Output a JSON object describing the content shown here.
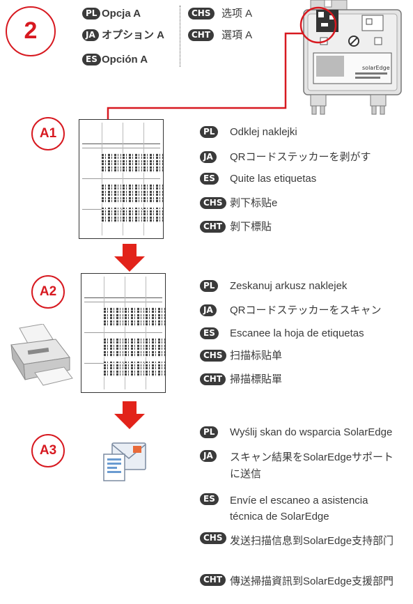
{
  "step": {
    "number": "2"
  },
  "option_labels": [
    {
      "lang": "PL",
      "text": "Opcja A"
    },
    {
      "lang": "JA",
      "text": "オプション A"
    },
    {
      "lang": "ES",
      "text": "Opción A"
    },
    {
      "lang": "CHS",
      "text": "选项 A"
    },
    {
      "lang": "CHT",
      "text": "選項 A"
    }
  ],
  "steps": [
    {
      "id": "A1",
      "lines": [
        {
          "lang": "PL",
          "text": "Odklej naklejki"
        },
        {
          "lang": "JA",
          "text": "QRコードステッカーを剥がす"
        },
        {
          "lang": "ES",
          "text": "Quite las etiquetas"
        },
        {
          "lang": "CHS",
          "text": "剥下标贴e"
        },
        {
          "lang": "CHT",
          "text": "剝下標貼"
        }
      ]
    },
    {
      "id": "A2",
      "lines": [
        {
          "lang": "PL",
          "text": "Zeskanuj arkusz naklejek"
        },
        {
          "lang": "JA",
          "text": "QRコードステッカーをスキャン"
        },
        {
          "lang": "ES",
          "text": "Escanee la hoja de etiquetas"
        },
        {
          "lang": "CHS",
          "text": "扫描标贴单"
        },
        {
          "lang": "CHT",
          "text": "掃描標貼單"
        }
      ]
    },
    {
      "id": "A3",
      "lines": [
        {
          "lang": "PL",
          "text": "Wyślij skan do wsparcia SolarEdge"
        },
        {
          "lang": "JA",
          "text": "スキャン結果をSolarEdgeサポートに送信"
        },
        {
          "lang": "ES",
          "text": "Envíe el escaneo a asistencia técnica de SolarEdge"
        },
        {
          "lang": "CHS",
          "text": "发送扫描信息到SolarEdge支持部门"
        },
        {
          "lang": "CHT",
          "text": "傳送掃描資訊到SolarEdge支援部門"
        }
      ]
    }
  ],
  "colors": {
    "accent": "#d71920",
    "badge": "#3a3a3a"
  },
  "device": {
    "brand": "solarEdge"
  }
}
